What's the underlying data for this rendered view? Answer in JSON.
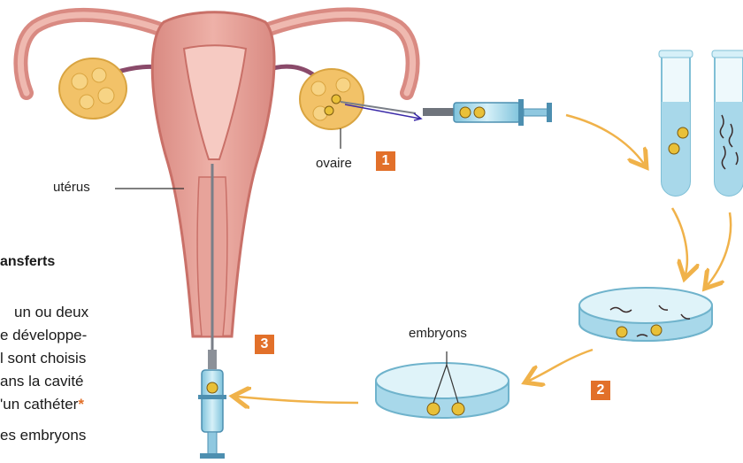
{
  "labels": {
    "uterus": "utérus",
    "ovary": "ovaire",
    "embryos": "embryons"
  },
  "steps": [
    "1",
    "2",
    "3"
  ],
  "side_text": {
    "heading": "ansferts",
    "lines": [
      "un ou deux",
      "e développe-",
      "l sont choisis",
      "ans la cavité",
      "'un cathéter",
      "es embryons"
    ],
    "asterisk": "*"
  },
  "colors": {
    "uterus_fill": "#e8a49a",
    "uterus_dark": "#c97068",
    "ovary": "#f2c268",
    "tube_liquid": "#a8d8ea",
    "arrow": "#f0b24a",
    "badge": "#e2702a",
    "oocyte": "#e9c038"
  }
}
